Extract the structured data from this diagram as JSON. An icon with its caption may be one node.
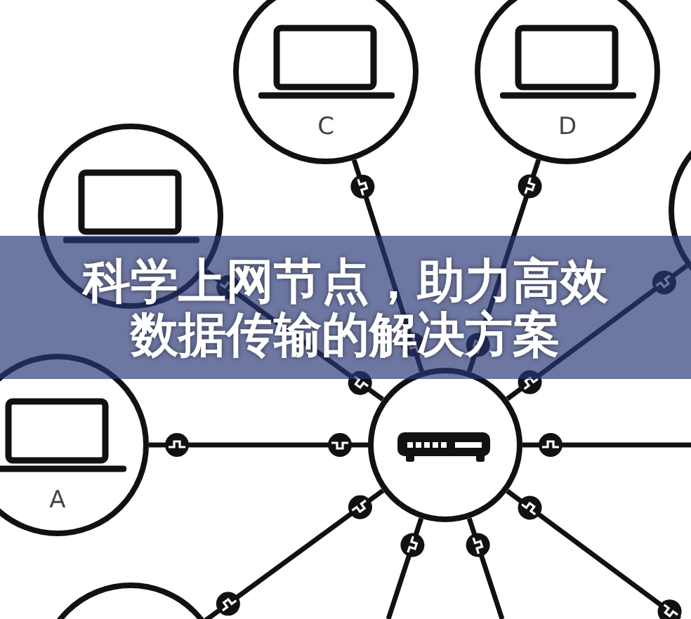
{
  "diagram": {
    "title": "科学上网节点，助力高效数据传输的解决方案",
    "nodes": [
      {
        "text": [
          "C"
        ]
      },
      {
        "text": [
          "D"
        ]
      },
      {
        "text": [],
        "shape": "circle"
      },
      {
        "text": [],
        "shape": "circle"
      },
      {
        "text": [],
        "shape": "circle"
      },
      {
        "text": [
          "A"
        ]
      },
      {
        "text": [],
        "shape": "circle"
      }
    ],
    "edges": [
      {
        "from": 0,
        "to": 4,
        "arrow": "other"
      },
      {
        "from": 1,
        "to": 4,
        "arrow": "other"
      },
      {
        "from": 2,
        "to": 4,
        "arrow": "other"
      },
      {
        "from": 3,
        "to": 4,
        "arrow": "other"
      },
      {
        "from": 5,
        "to": 4,
        "arrow": "other"
      },
      {
        "from": 4,
        "to": null,
        "arrow": "other"
      },
      {
        "from": 6,
        "to": 4,
        "arrow": "other"
      },
      {
        "from": 4,
        "to": null,
        "arrow": "other"
      },
      {
        "from": 4,
        "to": null,
        "arrow": "other"
      },
      {
        "from": 4,
        "to": null,
        "arrow": "other"
      }
    ]
  }
}
